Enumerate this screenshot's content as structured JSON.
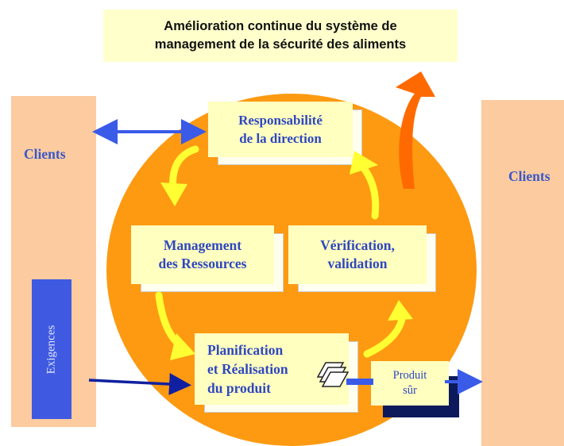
{
  "title": {
    "line1": "Amélioration continue du système de",
    "line2": "management de la sécurité des aliments"
  },
  "clients_left": "Clients",
  "clients_right": "Clients",
  "exigences": "Exigences",
  "boxes": {
    "direction": [
      "Responsabilité",
      "de la direction"
    ],
    "ressources": [
      "Management",
      "des Ressources"
    ],
    "verification": [
      "Vérification,",
      "validation"
    ],
    "realisation": [
      "Planification",
      "et Réalisation",
      "du produit"
    ],
    "produit": [
      "Produit",
      "sûr"
    ]
  },
  "colors": {
    "circle": "#fd9a12",
    "card": "#ffffc0",
    "clients_band": "#fccba0",
    "text_blue": "#2f47c0",
    "arrow_yellow": "#ffff33",
    "arrow_blue": "#3a5ae8",
    "arrow_orange": "#ff6a00",
    "exigences_bar": "#3f5ae0"
  },
  "icons": [
    "double-arrow-icon",
    "document-stack-icon",
    "improvement-arrow-icon"
  ]
}
